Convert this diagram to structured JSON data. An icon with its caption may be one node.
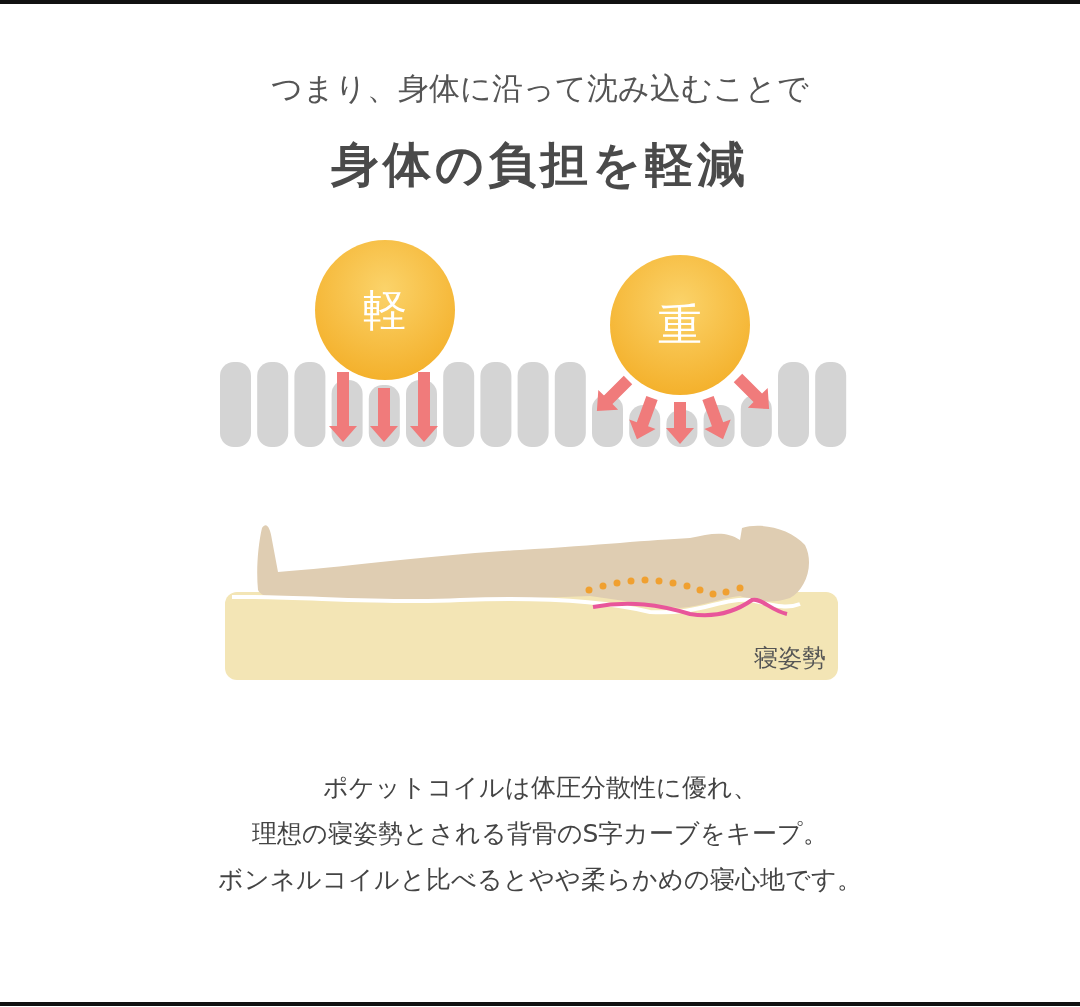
{
  "diagram": {
    "title": "身体の負担を軽減",
    "nodes": [
      {
        "text": [
          "軽"
        ]
      },
      {
        "text": [
          "重"
        ]
      },
      {
        "text": [
          "寝姿勢"
        ]
      }
    ],
    "labels": [
      "つまり、身体に沿って沈み込むことで",
      "ポケットコイルは体圧分散性に優れ、",
      "理想の寝姿勢とされる背骨のS字カーブをキープ。",
      "ボンネルコイルと比べるとやや柔らかめの寝心地です。"
    ]
  }
}
